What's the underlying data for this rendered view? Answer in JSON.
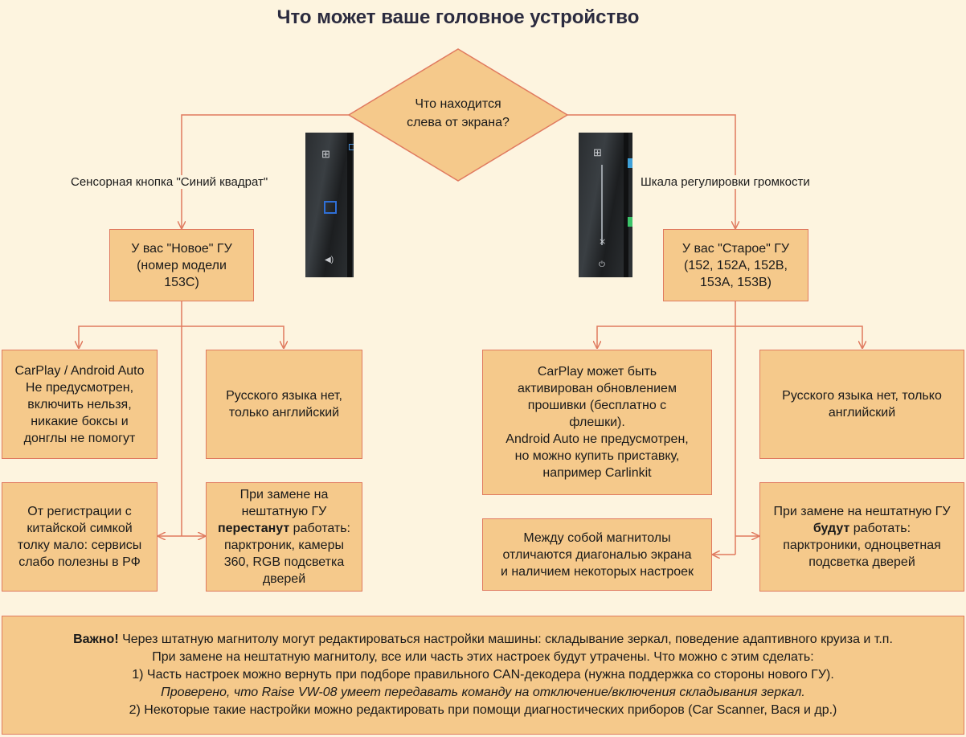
{
  "title": "Что может ваше головное устройство",
  "question": {
    "line1": "Что находится",
    "line2": "слева от экрана?"
  },
  "left_branch": {
    "label": "Сенсорная кнопка \"Синий квадрат\"",
    "result": [
      "У вас \"Новое\" ГУ",
      "(номер модели",
      "153С)"
    ],
    "carplay": [
      "CarPlay / Android Auto",
      "Не предусмотрен,",
      "включить нельзя,",
      "никакие боксы и",
      "донглы не помогут"
    ],
    "language": [
      "Русского языка нет,",
      "только английский"
    ],
    "registration": [
      "От регистрации с",
      "китайской симкой",
      "толку мало: сервисы",
      "слабо полезны в РФ"
    ],
    "replace": {
      "line1": "При замене на",
      "line2": "нештатную ГУ",
      "bold": "перестанут",
      "line3_rest": " работать:",
      "line4": "парктроник, камеры",
      "line5": "360, RGB подсветка",
      "line6": "дверей"
    }
  },
  "right_branch": {
    "label": "Шкала регулировки громкости",
    "result": [
      "У вас \"Старое\" ГУ",
      "(152, 152А, 152В,",
      "153А, 153В)"
    ],
    "carplay": [
      "CarPlay может быть",
      "активирован обновлением",
      "прошивки (бесплатно с",
      "флешки).",
      "Android Auto не предусмотрен,",
      "но можно купить приставку,",
      "например Carlinkit"
    ],
    "language": [
      "Русского языка нет, только",
      "английский"
    ],
    "difference": [
      "Между собой магнитолы",
      "отличаются диагональю экрана",
      "и наличием некоторых настроек"
    ],
    "replace": {
      "line1": "При замене на нештатную ГУ",
      "bold": "будут",
      "line2_rest": " работать:",
      "line3": "парктроники, одноцветная",
      "line4": "подсветка дверей"
    }
  },
  "note": {
    "bold": "Важно!",
    "line1_rest": " Через штатную магнитолу могут редактироваться настройки машины: складывание зеркал, поведение адаптивного круиза и т.п.",
    "line2": "При замене на нештатную магнитолу, все или часть этих настроек будут утрачены. Что можно с этим сделать:",
    "line3": "1) Часть настроек можно вернуть при подборе правильного CAN-декодера (нужна поддержка со стороны нового ГУ).",
    "line4": "Проверено, что Raise VW-08 умеет передавать команду на отключение/включения складывания зеркал.",
    "line5": "2) Некоторые такие настройки можно редактировать при помощи диагностических приборов (Car Scanner, Вася и др.)"
  },
  "colors": {
    "background": "#fdf4df",
    "node_fill": "#f5c98b",
    "line": "#e07a5f"
  }
}
